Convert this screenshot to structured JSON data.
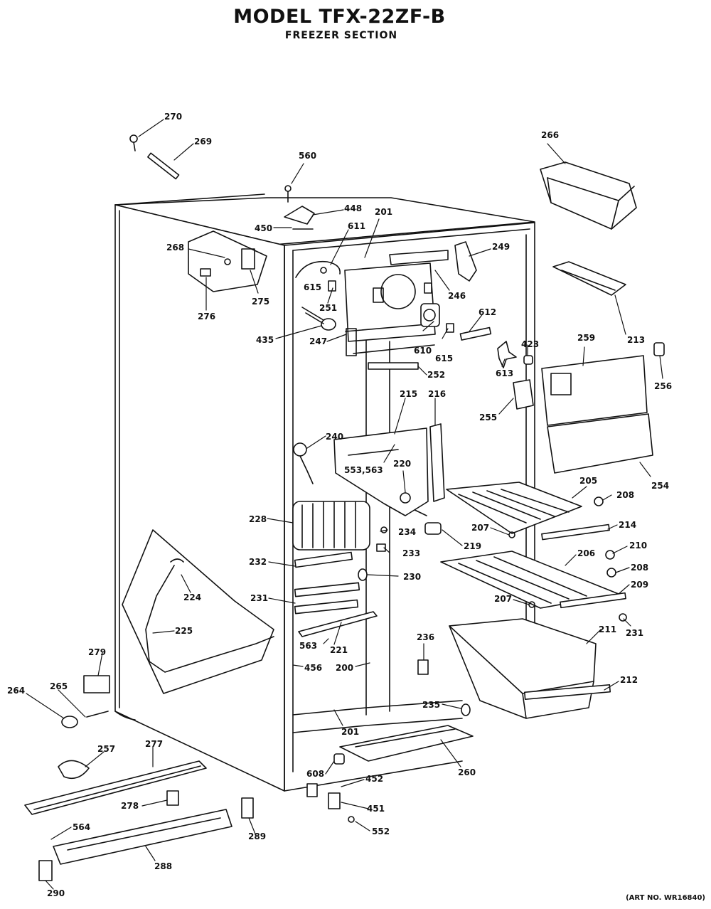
{
  "header": {
    "title": "MODEL TFX-22ZF-B",
    "subtitle": "FREEZER SECTION"
  },
  "footer": {
    "art_no": "(ART NO. WR16840)"
  },
  "part_labels": {
    "p270": "270",
    "p269": "269",
    "p560": "560",
    "p266": "266",
    "p448": "448",
    "p201a": "201",
    "p450": "450",
    "p611": "611",
    "p268": "268",
    "p249": "249",
    "p615a": "615",
    "p246": "246",
    "p251": "251",
    "p275": "275",
    "p612": "612",
    "p276": "276",
    "p435": "435",
    "p247": "247",
    "p610": "610",
    "p615b": "615",
    "p213": "213",
    "p423": "423",
    "p259": "259",
    "p613": "613",
    "p256": "256",
    "p252": "252",
    "p215": "215",
    "p216": "216",
    "p255": "255",
    "p240": "240",
    "p553": "553,563",
    "p220": "220",
    "p254": "254",
    "p205": "205",
    "p208a": "208",
    "p228": "228",
    "p234": "234",
    "p207a": "207",
    "p214": "214",
    "p219": "219",
    "p233": "233",
    "p206": "206",
    "p210": "210",
    "p232": "232",
    "p208b": "208",
    "p230": "230",
    "p224": "224",
    "p209": "209",
    "p231a": "231",
    "p207b": "207",
    "p231b": "231",
    "p225": "225",
    "p563": "563",
    "p221": "221",
    "p211": "211",
    "p236": "236",
    "p279": "279",
    "p456": "456",
    "p200": "200",
    "p212": "212",
    "p264": "264",
    "p265": "265",
    "p235": "235",
    "p201b": "201",
    "p257": "257",
    "p277": "277",
    "p260": "260",
    "p608": "608",
    "p452": "452",
    "p278": "278",
    "p451": "451",
    "p564": "564",
    "p289": "289",
    "p552": "552",
    "p288": "288",
    "p290": "290"
  }
}
